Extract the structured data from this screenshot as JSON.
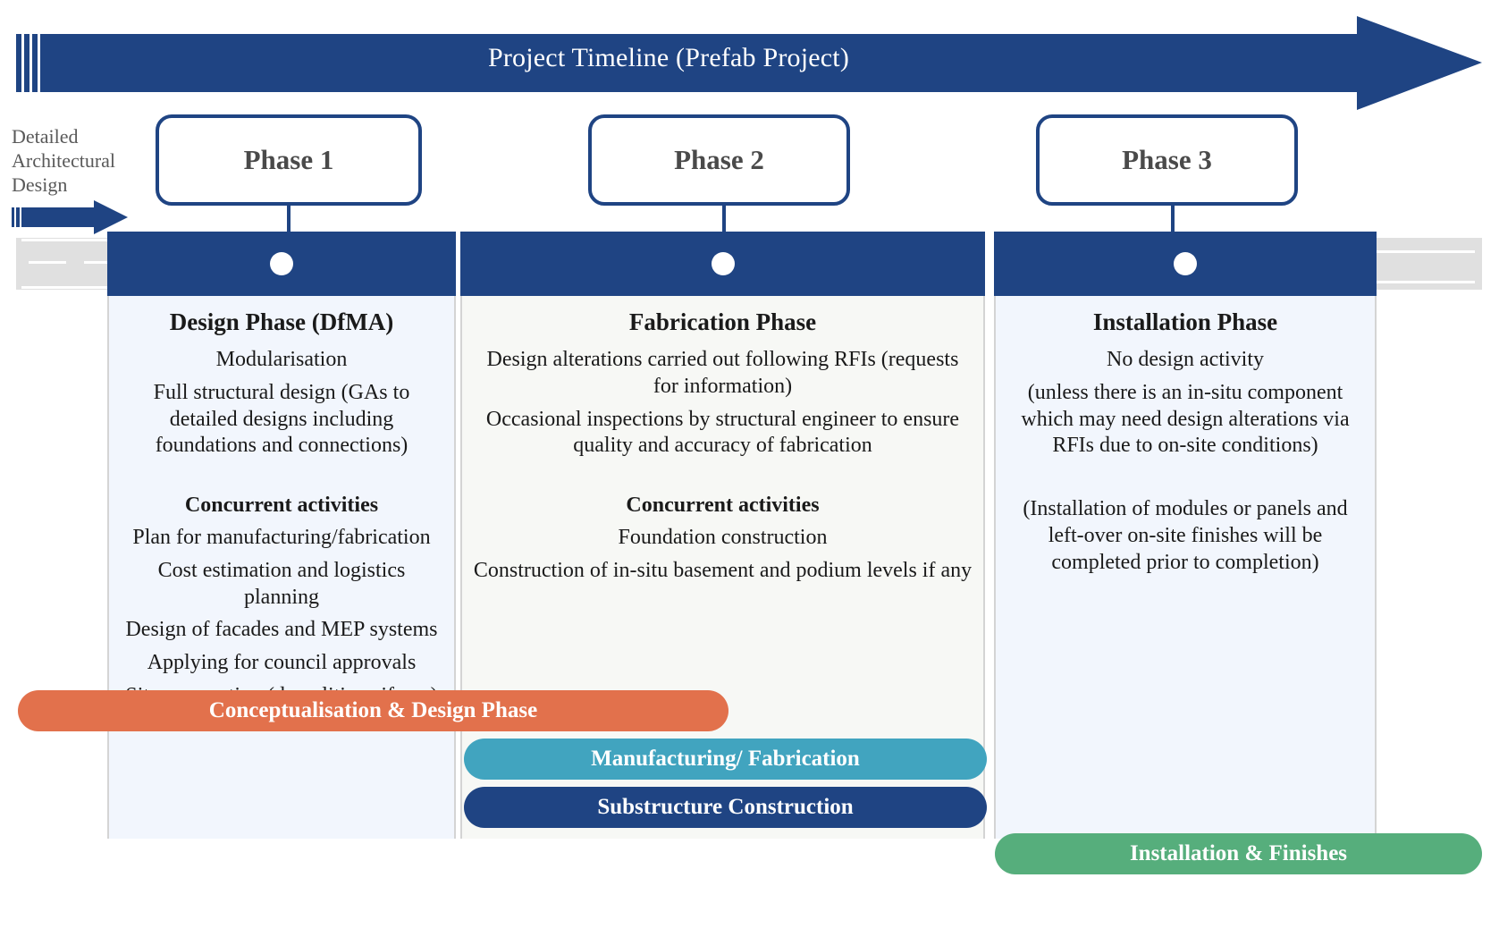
{
  "timeline": {
    "title": "Project Timeline (Prefab Project)"
  },
  "side_label": {
    "line1": "Detailed",
    "line2": "Architectural",
    "line3": "Design",
    "arrow_icon": "right-arrow-icon"
  },
  "phases": [
    {
      "badge": "Phase 1"
    },
    {
      "badge": "Phase 2"
    },
    {
      "badge": "Phase 3"
    }
  ],
  "columns": [
    {
      "title": "Design Phase (DfMA)",
      "lines": [
        "Modularisation",
        "Full structural design (GAs to detailed designs including foundations and connections)"
      ],
      "subheading": "Concurrent activities",
      "sublines": [
        "Plan for manufacturing/fabrication",
        "Cost estimation and logistics planning",
        "Design of facades and MEP systems",
        "Applying for council approvals",
        "Site preparation (demolitions if any)"
      ],
      "bg": "#F2F6FD"
    },
    {
      "title": "Fabrication Phase",
      "lines": [
        "Design alterations carried out following RFIs (requests for information)",
        "Occasional inspections by structural engineer to ensure quality and accuracy of fabrication"
      ],
      "subheading": "Concurrent activities",
      "sublines": [
        "Foundation construction",
        "Construction of in-situ basement and podium levels if any"
      ],
      "bg": "#F7F8F5"
    },
    {
      "title": "Installation Phase",
      "lines": [
        "No design activity",
        "(unless there is an in-situ component which may need design alterations via RFIs due to on-site conditions)",
        "(Installation of modules or panels and left-over on-site finishes will be completed prior to completion)"
      ],
      "subheading": "",
      "sublines": [],
      "bg": "#F2F6FD"
    }
  ],
  "gantt": [
    {
      "label": "Conceptualisation & Design Phase",
      "color": "#E2714C"
    },
    {
      "label": "Manufacturing/ Fabrication",
      "color": "#41A4BF"
    },
    {
      "label": "Substructure Construction",
      "color": "#1F4483"
    },
    {
      "label": "Installation & Finishes",
      "color": "#56AE7C"
    }
  ],
  "colors": {
    "brand_blue": "#1F4483",
    "gray_strip": "#e0e0e0",
    "divider": "#d4d4d4",
    "label_gray": "#595959"
  }
}
